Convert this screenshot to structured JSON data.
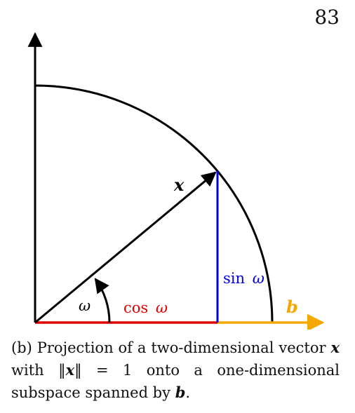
{
  "page_number": "83",
  "diagram": {
    "labels": {
      "vector_x": "x",
      "vector_b": "b",
      "omega": "ω",
      "cos": "cos",
      "sin": "sin",
      "omega_symbol": "ω"
    },
    "colors": {
      "axes": "#000000",
      "arc": "#000000",
      "vector_x": "#000000",
      "cos_segment": "#e00000",
      "sin_segment": "#0000e6",
      "vector_b": "#f5a800",
      "label_cos": "#e00000",
      "label_sin": "#0000e6",
      "label_b": "#f5a800"
    }
  },
  "caption": {
    "prefix": "(b) Projection of a two-dimensional vector",
    "var_x": "x",
    "with_text": "with",
    "norm_open": "‖",
    "norm_var": "x",
    "norm_close": "‖",
    "equals_one": "= 1",
    "onto_text": "onto a one-dimensional subspace spanned by",
    "var_b": "b",
    "period": "."
  }
}
